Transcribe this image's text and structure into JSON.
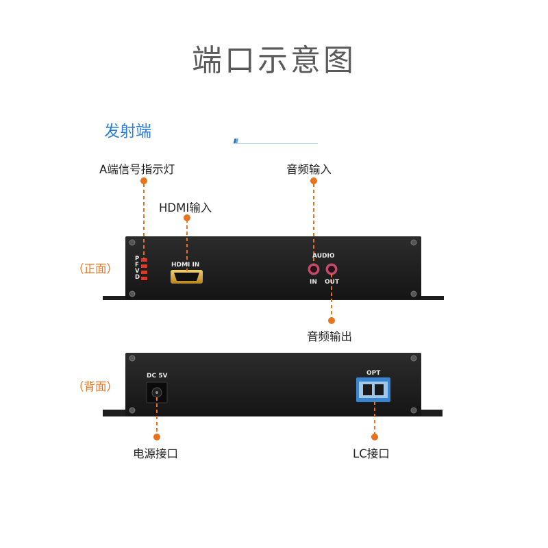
{
  "title": "端口示意图",
  "section": {
    "title": "发射端",
    "accent_color": "#2b7fd4",
    "callout_color": "#e8731c"
  },
  "front": {
    "side_label": "（正面）",
    "callouts": {
      "indicator": "A端信号指示灯",
      "hdmi_in": "HDMI输入",
      "audio_in": "音频输入",
      "audio_out": "音频输出"
    },
    "panel": {
      "hdmi_label": "HDMI IN",
      "audio_label": "AUDIO",
      "in_label": "IN",
      "out_label": "OUT",
      "led_letters": [
        "P",
        "F",
        "V",
        "D"
      ]
    }
  },
  "back": {
    "side_label": "（背面）",
    "callouts": {
      "power": "电源接口",
      "lc": "LC接口"
    },
    "panel": {
      "dc_label": "DC 5V",
      "opt_label": "OPT"
    }
  }
}
